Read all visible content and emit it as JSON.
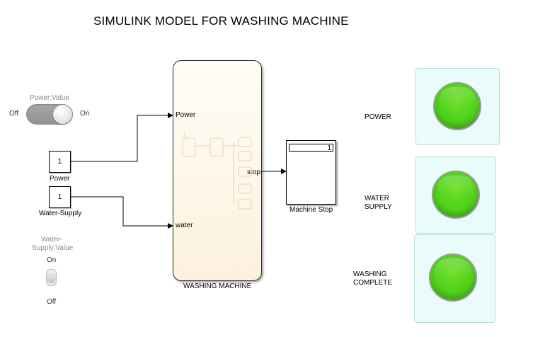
{
  "title": "SIMULINK MODEL FOR WASHING MACHINE",
  "power_switch": {
    "caption": "Power:Value",
    "off_label": "Off",
    "on_label": "On",
    "state": "on"
  },
  "constants": [
    {
      "value": "1",
      "label": "Power"
    },
    {
      "value": "1",
      "label": "Water-Supply"
    }
  ],
  "water_switch": {
    "caption_line1": "Water-",
    "caption_line2": "Supply:Value",
    "on_label": "On",
    "off_label": "Off"
  },
  "chart_block": {
    "label": "WASHING MACHINE",
    "inputs": [
      "Power",
      "water"
    ],
    "output": "stop"
  },
  "display_block": {
    "value": "1",
    "label": "Machine Stop"
  },
  "lamps": [
    {
      "line1": "POWER",
      "line2": "",
      "color": "#4fd01a"
    },
    {
      "line1": "WATER",
      "line2": "SUPPLY",
      "color": "#4fd01a"
    },
    {
      "line1": "WASHING",
      "line2": "COMPLETE",
      "color": "#4fd01a"
    }
  ]
}
